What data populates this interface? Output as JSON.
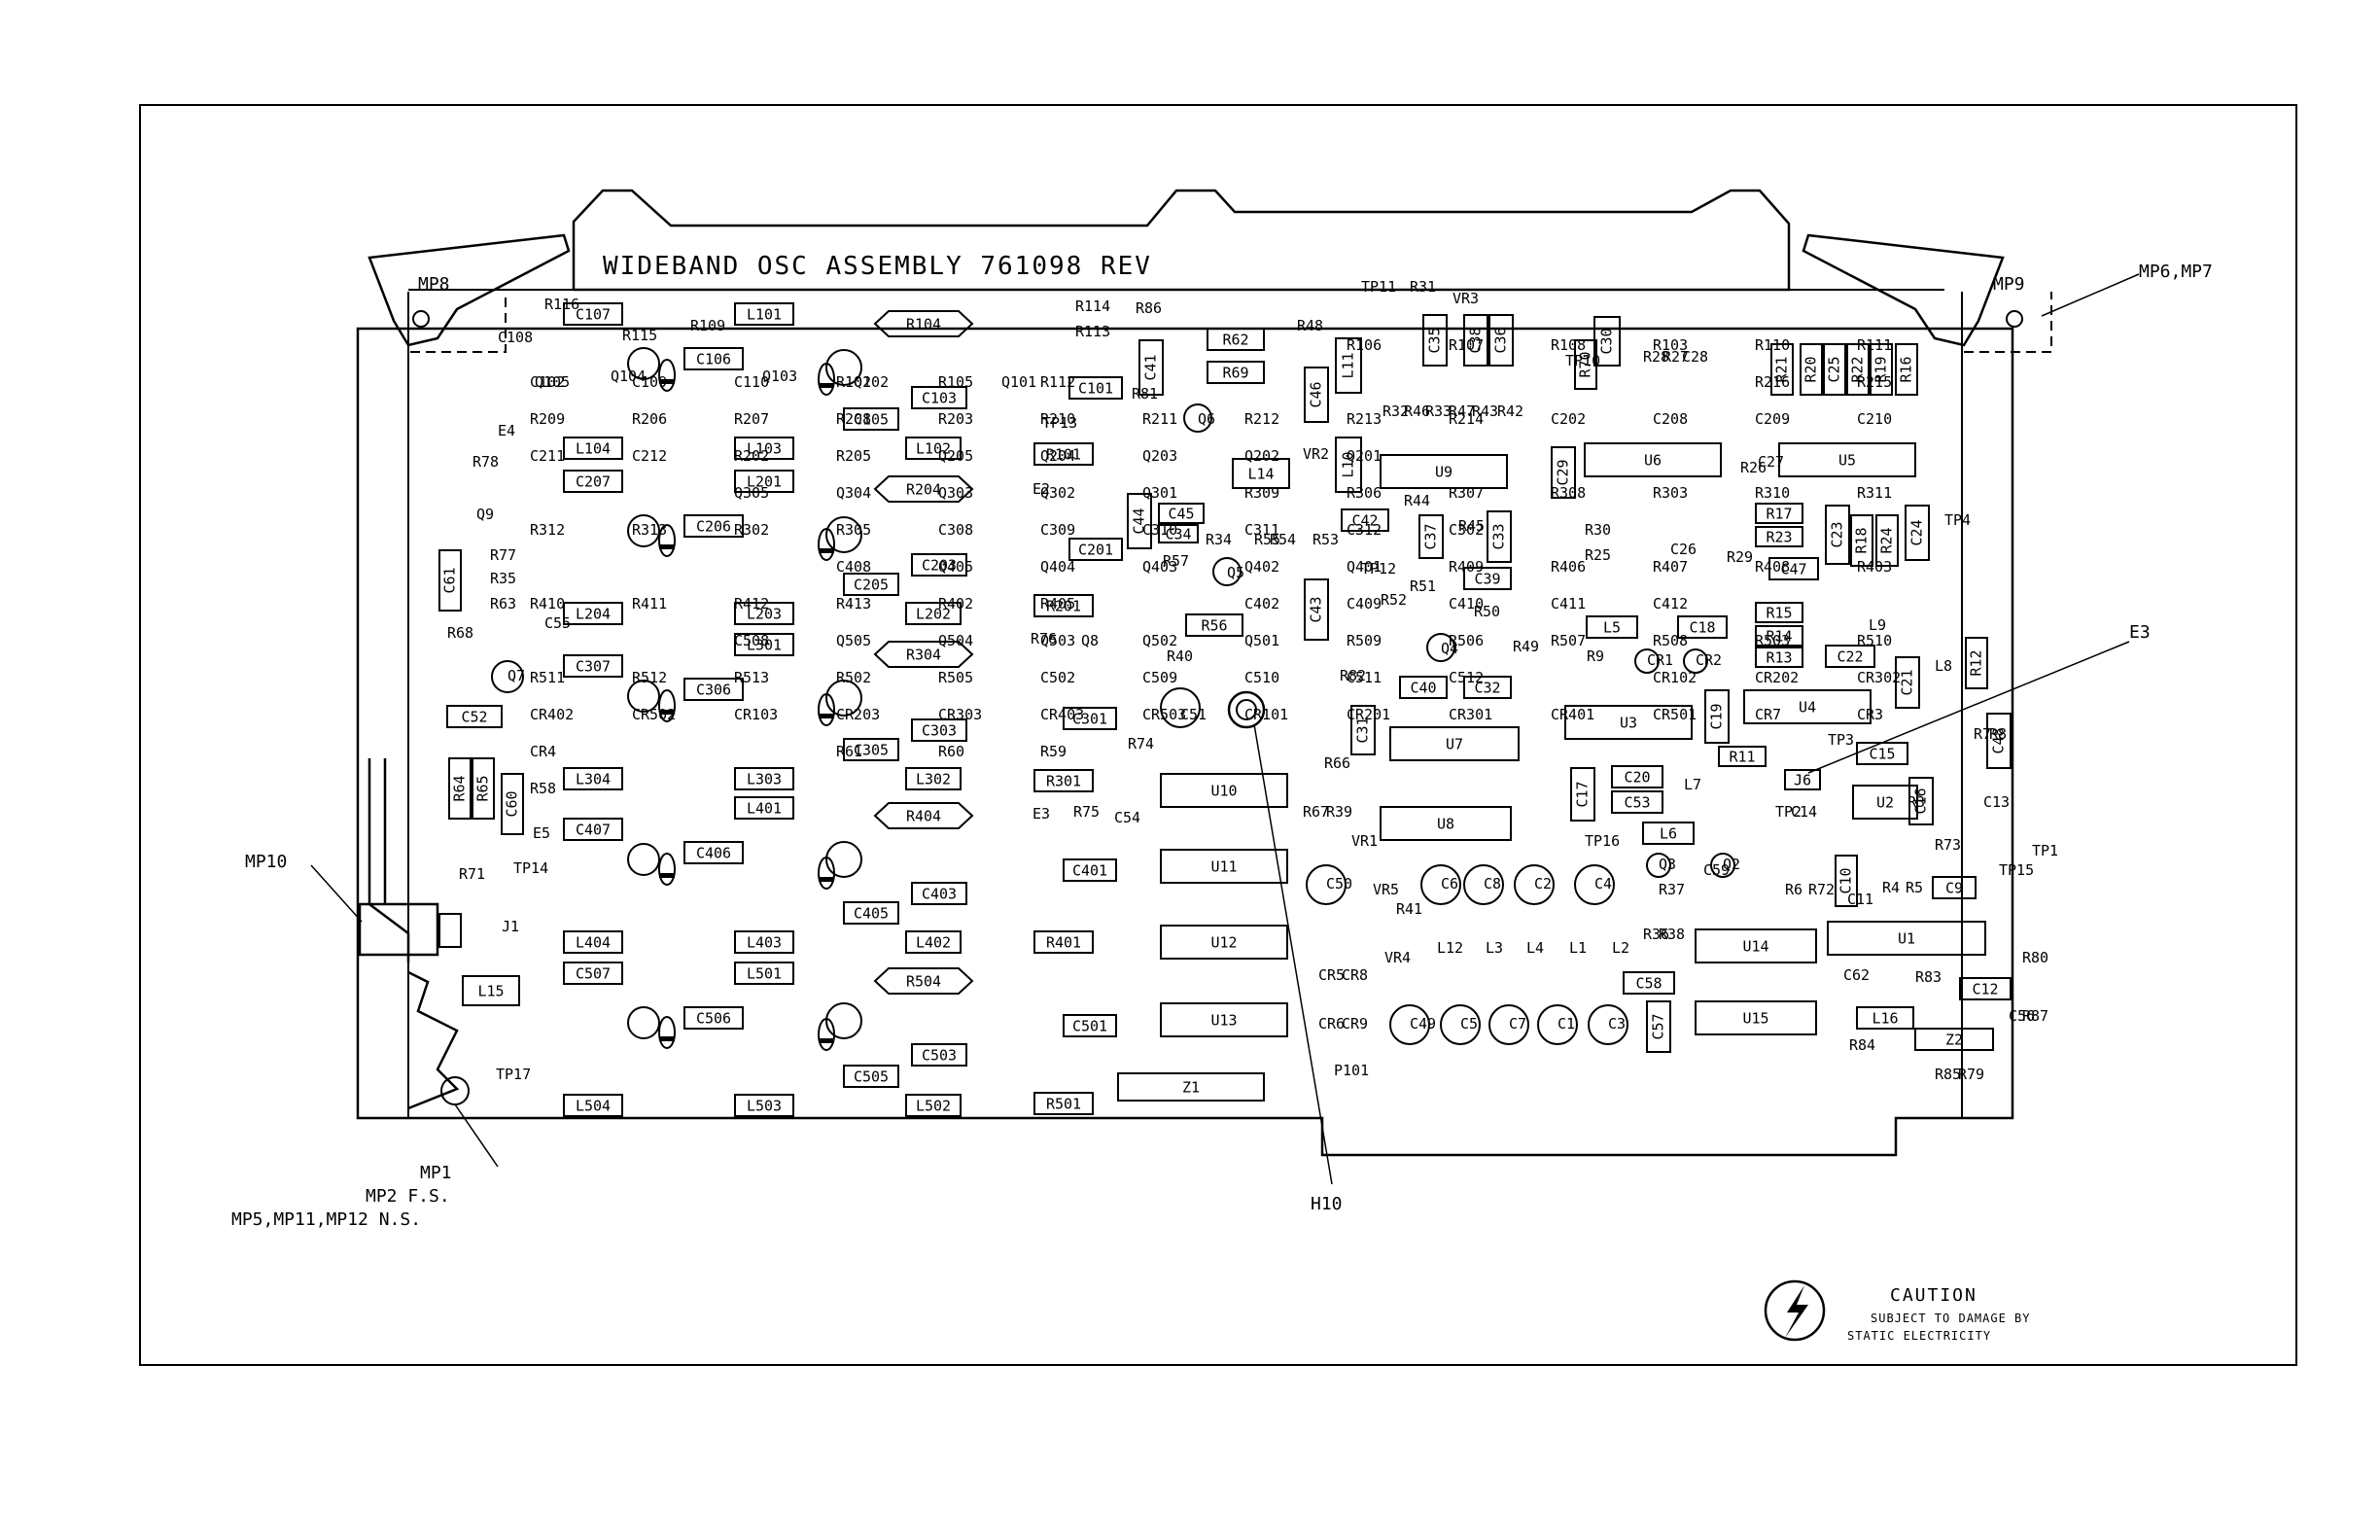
{
  "board_title": "WIDEBAND OSC ASSEMBLY 761098 REV",
  "callouts": {
    "mp8": "MP8",
    "mp9": "MP9",
    "mp6_mp7": "MP6,MP7",
    "mp10": "MP10",
    "e3": "E3",
    "h10": "H10",
    "mp1": "MP1",
    "mp2": "MP2 F.S.",
    "mp5": "MP5,MP11,MP12 N.S."
  },
  "caution": {
    "title": "CAUTION",
    "line1": "SUBJECT TO DAMAGE BY",
    "line2": "STATIC ELECTRICITY"
  },
  "boxed_parts": [
    "C107",
    "L101",
    "R104",
    "C106",
    "C105",
    "C103",
    "L104",
    "L103",
    "L102",
    "R101",
    "C207",
    "L201",
    "R204",
    "C206",
    "C205",
    "C203",
    "L204",
    "L203",
    "L202",
    "R201",
    "C307",
    "L301",
    "R304",
    "C306",
    "C305",
    "C303",
    "L304",
    "L303",
    "L302",
    "R301",
    "C407",
    "L401",
    "R404",
    "C406",
    "C405",
    "C403",
    "L404",
    "L403",
    "L402",
    "R401",
    "C507",
    "L501",
    "R504",
    "C506",
    "C505",
    "C503",
    "L504",
    "L503",
    "L502",
    "R501",
    "C61",
    "C52",
    "C60",
    "R64",
    "R65",
    "L15",
    "C101",
    "C201",
    "C301",
    "C401",
    "C501",
    "C41",
    "C44",
    "C45",
    "C34",
    "R62",
    "R69",
    "R56",
    "L14",
    "C46",
    "L11",
    "L10",
    "C42",
    "C43",
    "C37",
    "C33",
    "C39",
    "C40",
    "C32",
    "C35",
    "C38",
    "C36",
    "U9",
    "U7",
    "U8",
    "U10",
    "U11",
    "U12",
    "U13",
    "Z1",
    "C31",
    "C30",
    "C29",
    "U6",
    "U5",
    "R21",
    "R20",
    "C25",
    "R22",
    "R19",
    "R16",
    "R17",
    "R23",
    "C23",
    "R18",
    "R24",
    "C24",
    "C47",
    "C18",
    "L5",
    "R15",
    "R14",
    "R13",
    "C22",
    "C21",
    "R12",
    "U3",
    "U4",
    "C19",
    "R11",
    "C15",
    "C17",
    "C20",
    "C53",
    "U2",
    "C16",
    "C48",
    "L6",
    "U14",
    "U15",
    "U1",
    "C9",
    "C10",
    "C58",
    "C57",
    "L16",
    "C12",
    "Z2",
    "J6",
    "R70"
  ],
  "free_labels": [
    "R116",
    "C108",
    "R115",
    "R109",
    "R114",
    "R113",
    "R86",
    "R48",
    "R106",
    "R107",
    "R108",
    "R103",
    "R110",
    "R111",
    "C102",
    "C109",
    "C110",
    "R102",
    "R105",
    "R112",
    "Q105",
    "Q104",
    "Q103",
    "Q102",
    "Q101",
    "R78",
    "R216",
    "R215",
    "R209",
    "R206",
    "R207",
    "R208",
    "R203",
    "R210",
    "R211",
    "R212",
    "R213",
    "R214",
    "C202",
    "C208",
    "C209",
    "C210",
    "C211",
    "C212",
    "R202",
    "R205",
    "Q205",
    "Q204",
    "Q203",
    "Q202",
    "Q201",
    "Q9",
    "Q7",
    "R77",
    "R35",
    "R63",
    "R68",
    "C55",
    "Q305",
    "Q304",
    "Q303",
    "Q302",
    "Q301",
    "R309",
    "R306",
    "R307",
    "R308",
    "R303",
    "R310",
    "R311",
    "R312",
    "R313",
    "R302",
    "R305",
    "C308",
    "C309",
    "C310",
    "C311",
    "C312",
    "C302",
    "Q8",
    "R76",
    "R40",
    "C51",
    "R74",
    "E4",
    "E5",
    "C408",
    "Q405",
    "Q404",
    "Q403",
    "Q402",
    "Q401",
    "R409",
    "R406",
    "R407",
    "R408",
    "R403",
    "R410",
    "R411",
    "R412",
    "R413",
    "R402",
    "R405",
    "R75",
    "C402",
    "C409",
    "C410",
    "C411",
    "C412",
    "C54",
    "TP14",
    "R71",
    "J1",
    "C508",
    "Q505",
    "Q504",
    "Q503",
    "Q502",
    "Q501",
    "R509",
    "R506",
    "R507",
    "R508",
    "R503",
    "R510",
    "R511",
    "R512",
    "R513",
    "R502",
    "R505",
    "C502",
    "C509",
    "C510",
    "C511",
    "C512",
    "TP17",
    "CR102",
    "CR202",
    "CR302",
    "CR402",
    "CR502",
    "CR103",
    "CR203",
    "CR303",
    "CR403",
    "CR503",
    "CR101",
    "CR201",
    "CR301",
    "CR401",
    "CR501",
    "CR7",
    "CR3",
    "CR4",
    "TP13",
    "R81",
    "R61",
    "R60",
    "R59",
    "Q6",
    "Q5",
    "Q4",
    "R57",
    "R34",
    "R55",
    "R54",
    "R53",
    "R58",
    "E2",
    "E3",
    "TP11",
    "R31",
    "VR3",
    "R32",
    "R46",
    "R33",
    "R47",
    "R43",
    "R42",
    "VR2",
    "R44",
    "R45",
    "TP12",
    "R51",
    "R52",
    "R50",
    "R49",
    "R82",
    "R66",
    "R67",
    "R39",
    "VR1",
    "C50",
    "VR5",
    "R41",
    "VR4",
    "CR5",
    "CR8",
    "CR6",
    "CR9",
    "P101",
    "C49",
    "C5",
    "C7",
    "C1",
    "C3",
    "C6",
    "C8",
    "C2",
    "C4",
    "L12",
    "L3",
    "L4",
    "L1",
    "L2",
    "TP16",
    "R36",
    "R38",
    "R37",
    "Q3",
    "Q2",
    "C59",
    "TP10",
    "R28",
    "R27",
    "C28",
    "R26",
    "C27",
    "R30",
    "R25",
    "C26",
    "R29",
    "TP4",
    "L9",
    "L7",
    "L8",
    "CR1",
    "CR2",
    "R9",
    "TP3",
    "TP2",
    "C14",
    "R3",
    "C13",
    "R7",
    "R8",
    "R6",
    "R72",
    "C11",
    "R4",
    "R5",
    "R73",
    "TP15",
    "TP1",
    "C62",
    "R83",
    "R84",
    "R85",
    "R79",
    "R87",
    "C56",
    "R80"
  ]
}
